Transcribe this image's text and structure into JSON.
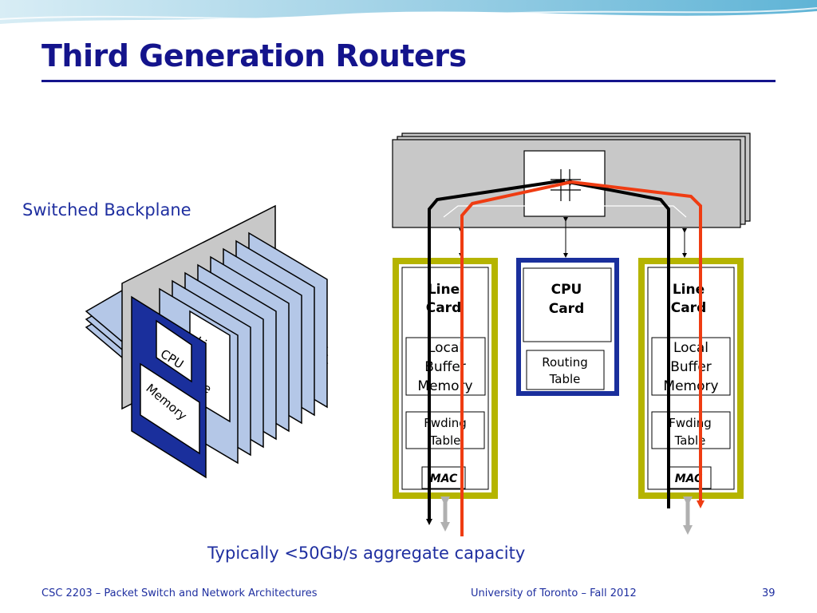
{
  "slide": {
    "title": "Third Generation Routers",
    "left_label": "Switched Backplane",
    "caption": "Typically <50Gb/s aggregate capacity",
    "footer_left": "CSC 2203 – Packet Switch and Network Architectures",
    "footer_center": "University of Toronto – Fall 2012",
    "page_number": "39"
  },
  "left_illustration": {
    "front_card": {
      "cpu": "CPU",
      "memory": "Memory"
    },
    "second_card": {
      "line_fragment": "Li",
      "interface_fragment": "ce"
    }
  },
  "router": {
    "line_card_left": {
      "title_1": "Line",
      "title_2": "Card",
      "buffer_1": "Local",
      "buffer_2": "Buffer",
      "buffer_3": "Memory",
      "fwd_1": "Fwding",
      "fwd_2": "Table",
      "mac": "MAC"
    },
    "cpu_card": {
      "title_1": "CPU",
      "title_2": "Card",
      "routing_1": "Routing",
      "routing_2": "Table"
    },
    "line_card_right": {
      "title_1": "Line",
      "title_2": "Card",
      "buffer_1": "Local",
      "buffer_2": "Buffer",
      "buffer_3": "Memory",
      "fwd_1": "Fwding",
      "fwd_2": "Table",
      "mac": "MAC"
    }
  },
  "colors": {
    "title": "#14148c",
    "text_blue": "#1f2fa0",
    "line_card_border": "#b5b400",
    "cpu_card_border": "#1a2f9c",
    "red_path": "#ef3c12",
    "backplane_gray": "#c8c8c8",
    "card_lightblue": "#b4c7e7"
  }
}
